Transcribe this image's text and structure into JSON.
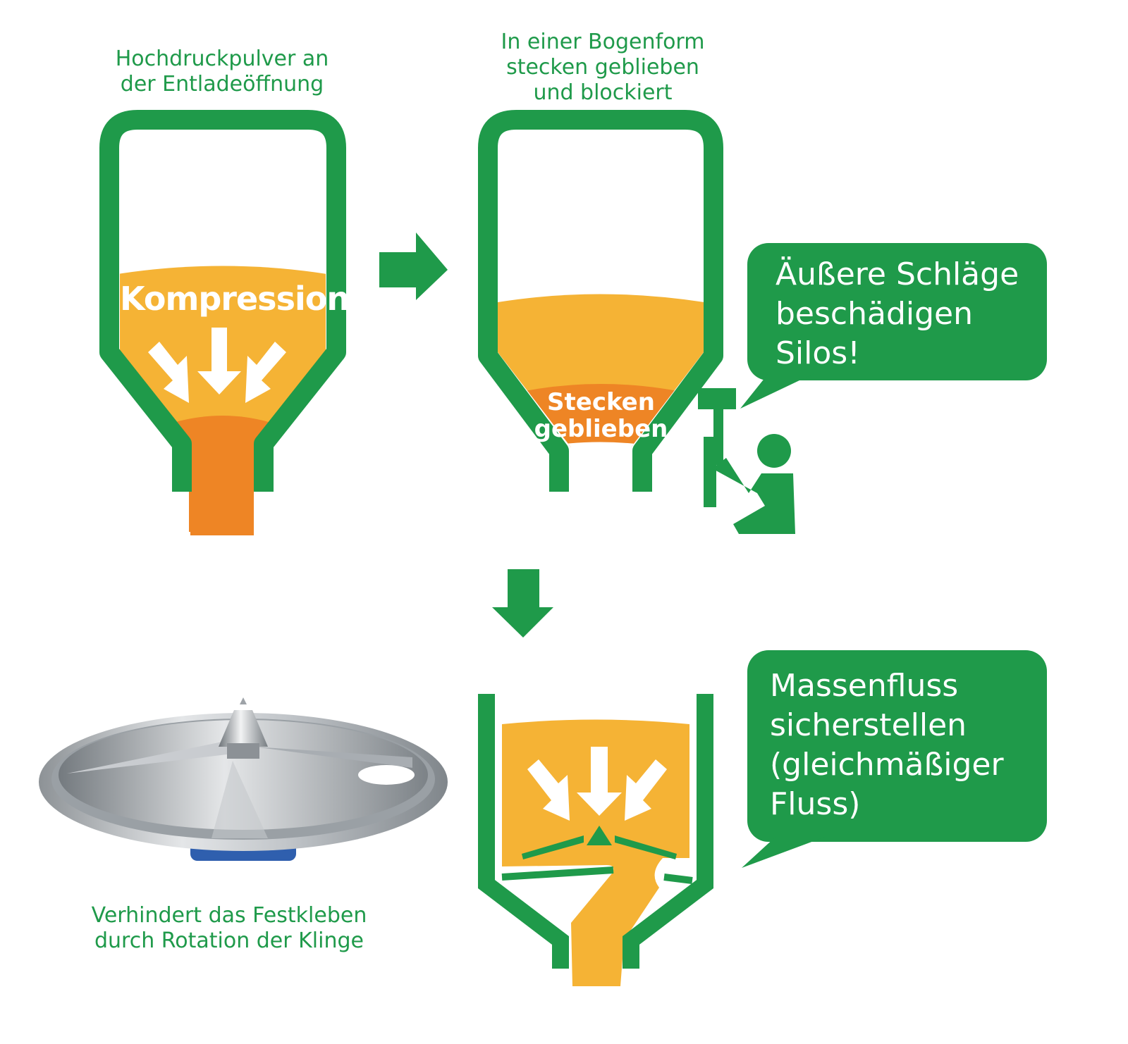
{
  "panel1": {
    "caption_lines": [
      "Hochdruckpulver an",
      "der Entladeöffnung"
    ],
    "label": "Kompression"
  },
  "panel2": {
    "caption_lines": [
      "In einer Bogenform",
      "stecken geblieben",
      "und blockiert"
    ],
    "label_lines": [
      "Stecken",
      "geblieben"
    ]
  },
  "bubble1": {
    "lines": [
      "Äußere Schläge",
      "beschädigen",
      "Silos!"
    ]
  },
  "bubble2": {
    "lines": [
      "Massenfluss",
      "sicherstellen",
      "(gleichmäßiger",
      "Fluss)"
    ]
  },
  "product": {
    "caption_lines": [
      "Verhindert das Festkleben",
      "durch Rotation der Klinge"
    ]
  },
  "icons": [
    "arrow-right-icon",
    "arrow-down-icon",
    "hammer-worker-icon",
    "compression-arrows-icon"
  ],
  "colors": {
    "green": "#1f9a4a",
    "light_orange": "#f5b335",
    "dark_orange": "#ee8525",
    "white": "#ffffff",
    "steel": "#b8bcc0",
    "blue": "#2f5fae"
  }
}
